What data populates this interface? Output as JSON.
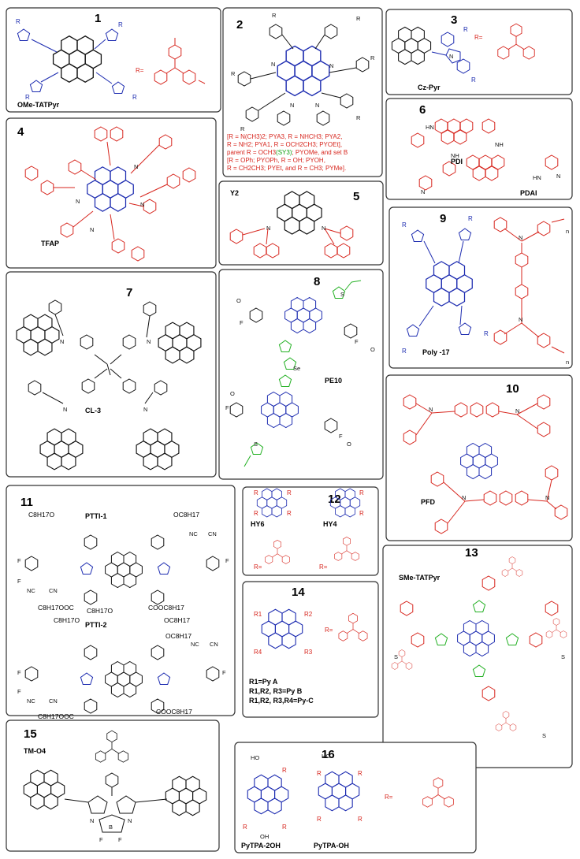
{
  "panels": [
    {
      "id": "p1",
      "number": "1",
      "labels": [
        "OMe-TATPyr"
      ],
      "r_text": "R="
    },
    {
      "id": "p2",
      "number": "2",
      "labels": [],
      "note_lines": [
        "[R = N(CH3)2; PYA3, R = NHCH3; PYA2,",
        "R = NH2; PYA1, R = OCH2CH3; PYOEt],",
        "parent R = OCH3",
        "(SY3)",
        "; PYOMe, and set B",
        "[R = OPh; PYOPh, R = OH; PYOH,",
        "R = CH2CH3; PYEt, and R = CH3; PYMe]."
      ]
    },
    {
      "id": "p3",
      "number": "3",
      "labels": [
        "Cz-Pyr"
      ],
      "r_text": "R="
    },
    {
      "id": "p4",
      "number": "4",
      "labels": [
        "TFAP"
      ]
    },
    {
      "id": "p5",
      "number": "5",
      "labels": [
        "Y2"
      ]
    },
    {
      "id": "p6",
      "number": "6",
      "labels": [
        "PDI",
        "PDAI"
      ]
    },
    {
      "id": "p7",
      "number": "7",
      "labels": [
        "CL-3"
      ]
    },
    {
      "id": "p8",
      "number": "8",
      "labels": [
        "PE10"
      ]
    },
    {
      "id": "p9",
      "number": "9",
      "labels": [
        "Poly -17"
      ]
    },
    {
      "id": "p10",
      "number": "10",
      "labels": [
        "PFD"
      ]
    },
    {
      "id": "p11",
      "number": "11",
      "labels": [
        "PTTI-1",
        "PTTI-2"
      ]
    },
    {
      "id": "p12",
      "number": "12",
      "labels": [
        "HY6",
        "HY4"
      ],
      "r_text": "R="
    },
    {
      "id": "p13",
      "number": "13",
      "labels": [
        "SMe-TATPyr"
      ]
    },
    {
      "id": "p14",
      "number": "14",
      "labels": [
        "R1=Py A",
        "R1,R2, R3=Py B",
        "R1,R2, R3,R4=Py-C"
      ],
      "r_text": "R="
    },
    {
      "id": "p15",
      "number": "15",
      "labels": [
        "TM-O4"
      ]
    },
    {
      "id": "p16",
      "number": "16",
      "labels": [
        "PyTPA-2OH",
        "PyTPA-OH"
      ],
      "r_text": "R="
    }
  ],
  "atoms": {
    "R": "R",
    "N": "N",
    "S": "S",
    "O": "O",
    "F": "F",
    "NH": "NH",
    "HN": "HN",
    "Se": "Se",
    "B": "B",
    "OH": "OH",
    "HO": "HO",
    "n": "n",
    "NC": "NC",
    "CN": "CN",
    "R1": "R1",
    "R2": "R2",
    "R3": "R3",
    "R4": "R4"
  },
  "substituents": {
    "oc8": "C8H17O",
    "oc8b": "OC8H17",
    "cooc8": "COOC8H17",
    "c8ooc": "C8H17OOC"
  },
  "colors": {
    "black": "#111111",
    "blue": "#1c2bb0",
    "red": "#d7261e",
    "green": "#22b022"
  }
}
